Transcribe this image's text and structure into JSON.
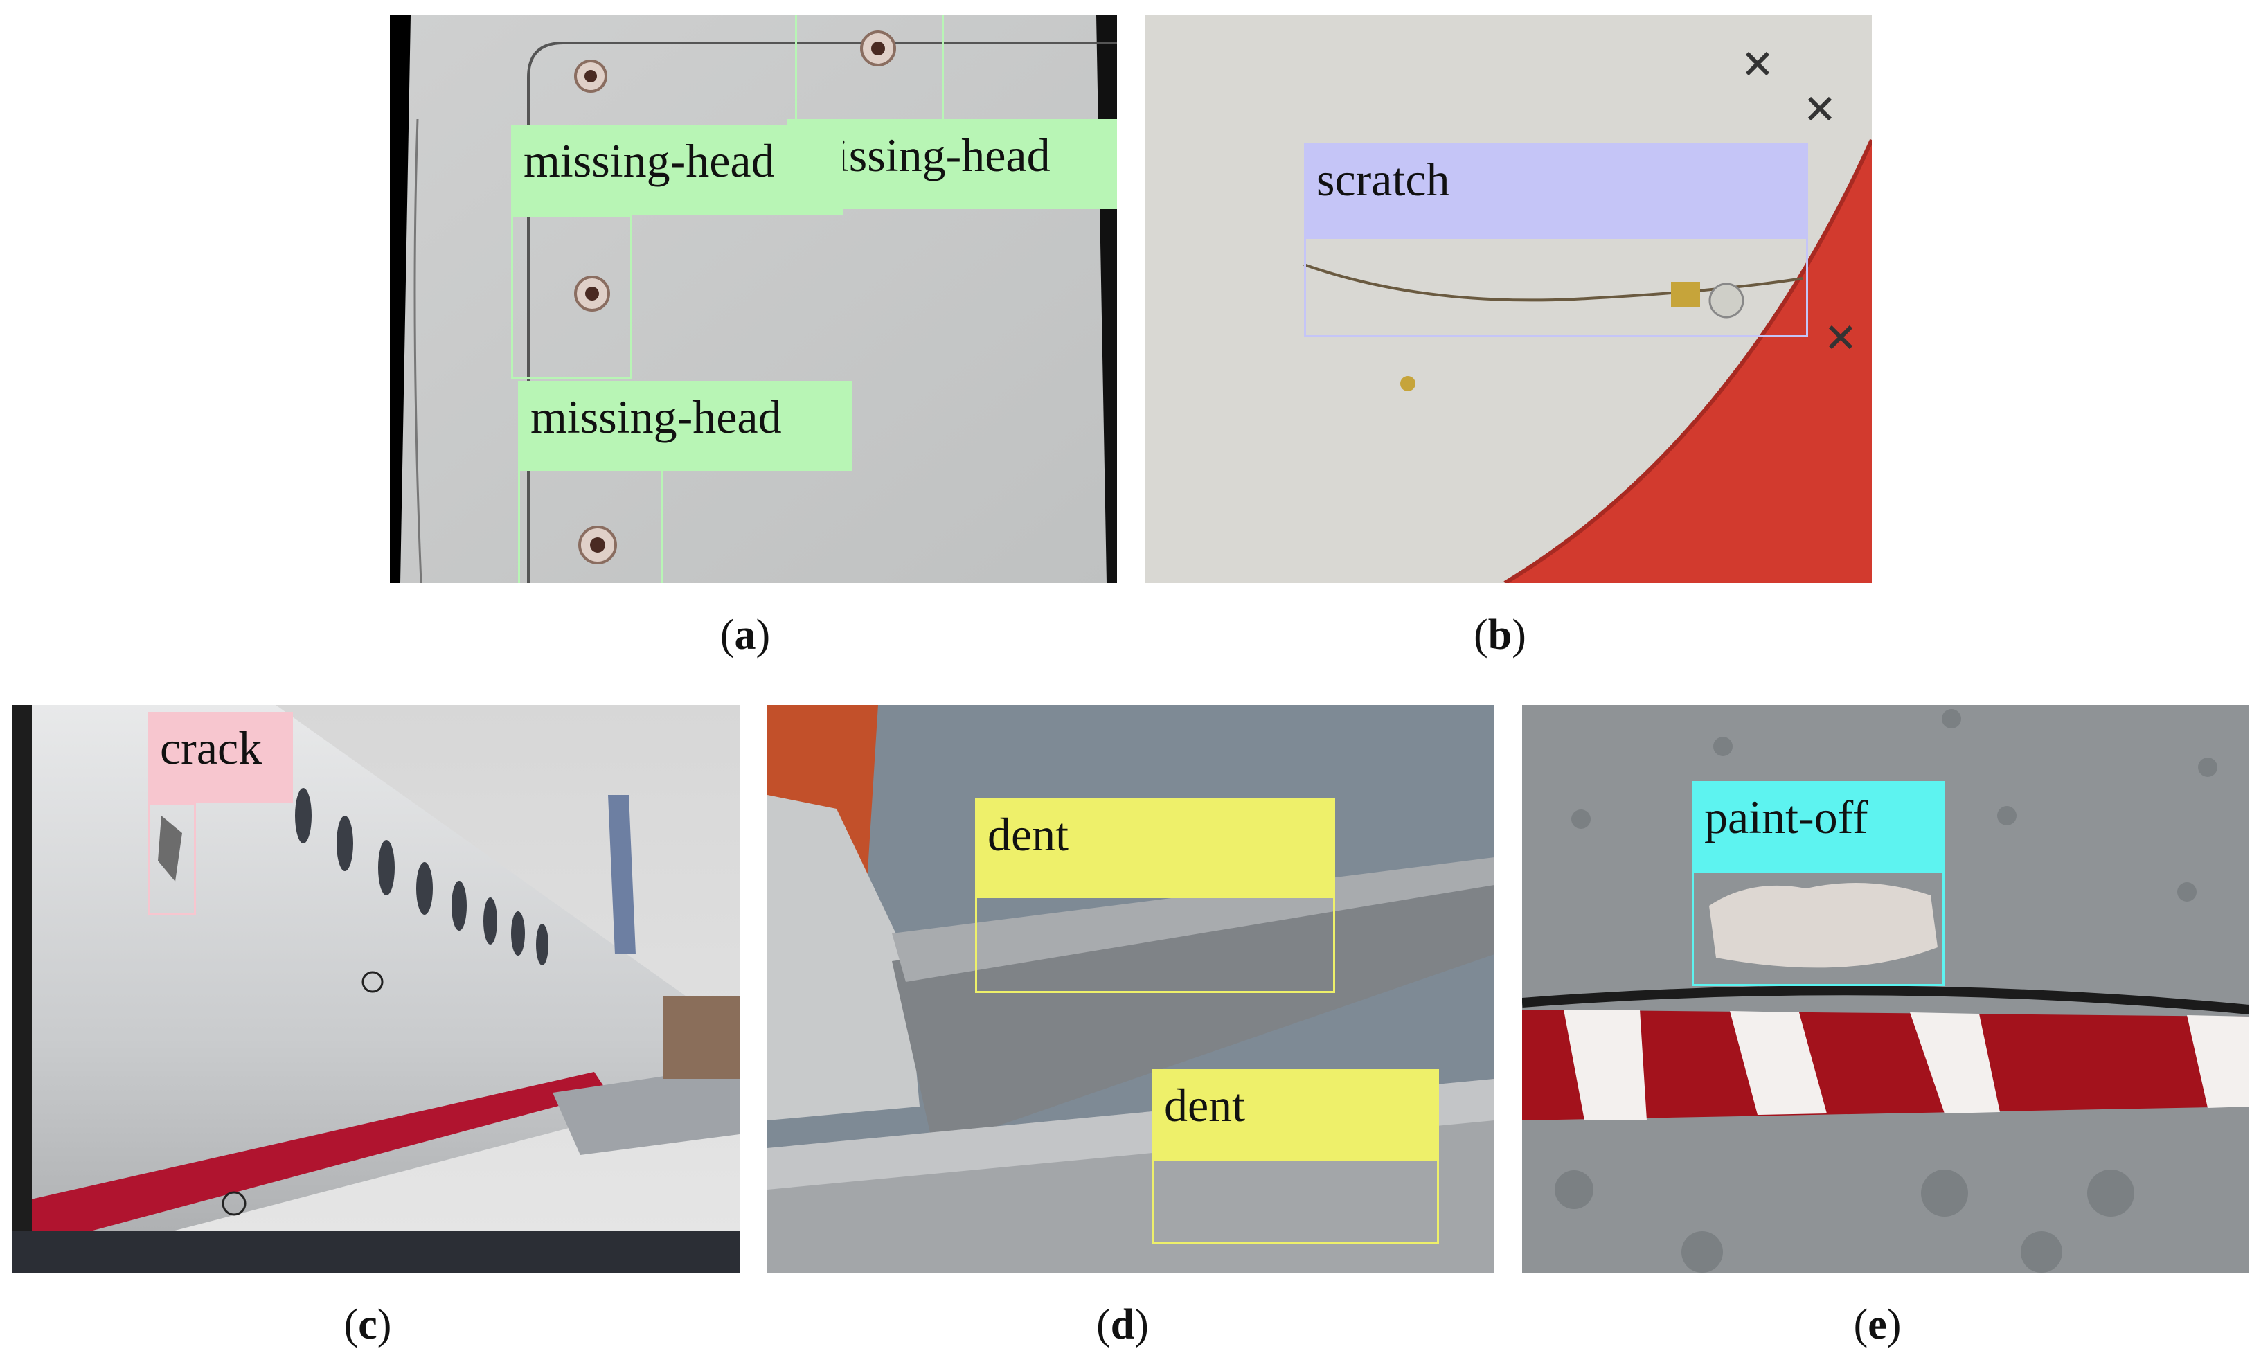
{
  "colors": {
    "missing_head": "#b8f5b5",
    "scratch": "#c5c5f7",
    "crack": "#f7c6cf",
    "dent": "#eef06a",
    "paint_off": "#5df3f0"
  },
  "panels": {
    "a": {
      "caption": "a",
      "labels": [
        "missing-head",
        "missing-head",
        "missing-head"
      ]
    },
    "b": {
      "caption": "b",
      "labels": [
        "scratch"
      ]
    },
    "c": {
      "caption": "c",
      "labels": [
        "crack"
      ]
    },
    "d": {
      "caption": "d",
      "labels": [
        "dent",
        "dent"
      ]
    },
    "e": {
      "caption": "e",
      "labels": [
        "paint-off"
      ]
    }
  }
}
